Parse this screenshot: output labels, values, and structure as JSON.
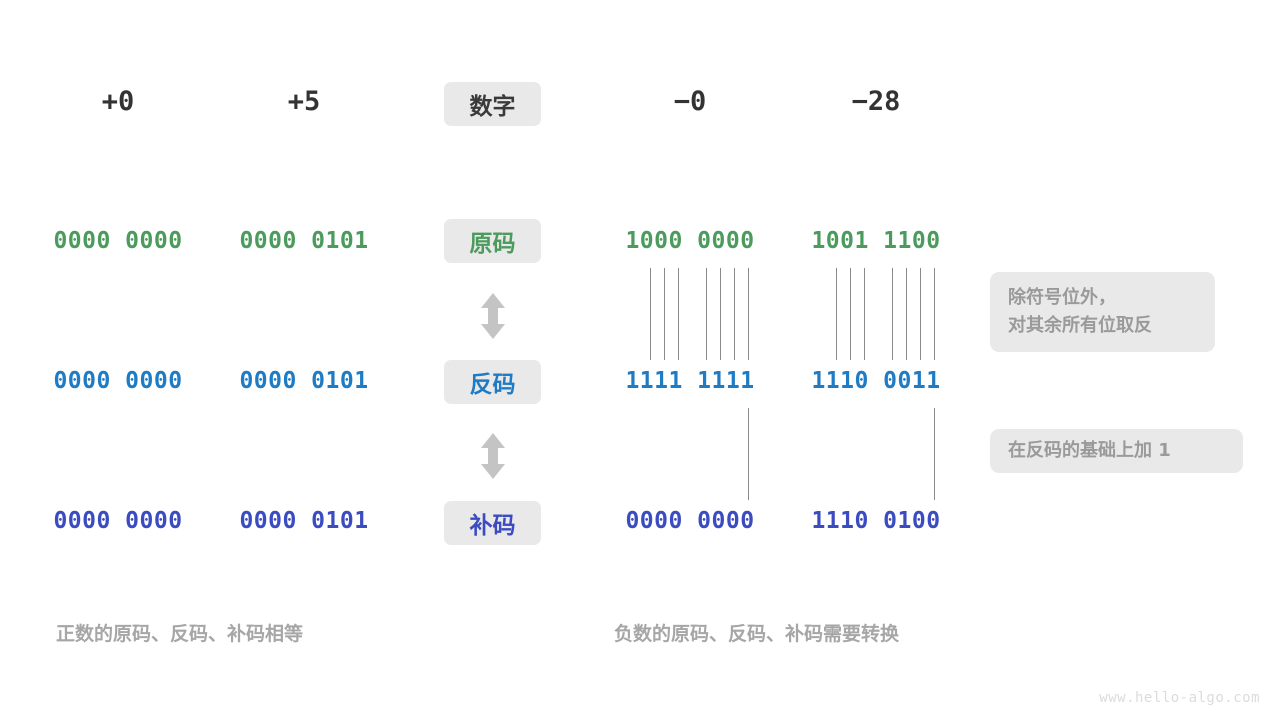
{
  "diagram": {
    "title_chip": "数字",
    "columns": [
      {
        "key": "plus0",
        "header": "+0"
      },
      {
        "key": "plus5",
        "header": "+5"
      },
      {
        "key": "minus0",
        "header": "−0"
      },
      {
        "key": "minus28",
        "header": "−28"
      }
    ],
    "rows": [
      {
        "key": "true_form",
        "label": "原码",
        "color": "#4a9b5c",
        "values": {
          "plus0": "0000 0000",
          "plus5": "0000 0101",
          "minus0": "1000 0000",
          "minus28": "1001 1100"
        }
      },
      {
        "key": "ones_complement",
        "label": "反码",
        "color": "#1f7cc4",
        "values": {
          "plus0": "0000 0000",
          "plus5": "0000 0101",
          "minus0": "1111 1111",
          "minus28": "1110 0011"
        }
      },
      {
        "key": "twos_complement",
        "label": "补码",
        "color": "#3b4cc0",
        "values": {
          "plus0": "0000 0000",
          "plus5": "0000 0101",
          "minus0": "0000 0000",
          "minus28": "1110 0100"
        }
      }
    ],
    "notes": [
      {
        "key": "invert_note",
        "lines": [
          "除符号位外，",
          "对其余所有位取反"
        ]
      },
      {
        "key": "add_one_note",
        "lines": [
          "在反码的基础上加  1"
        ]
      }
    ],
    "captions": {
      "left": "正数的原码、反码、补码相等",
      "right": "负数的原码、反码、补码需要转换"
    },
    "watermark": "www.hello-algo.com",
    "palette": {
      "chip_bg": "#e9e9e9",
      "note_bg": "#e9e9e9",
      "note_text": "#9a9a9a",
      "caption_text": "#a6a6a6",
      "header_text": "#333333",
      "line": "#8a8a8a",
      "arrow": "#c4c4c4",
      "background": "#ffffff"
    }
  }
}
